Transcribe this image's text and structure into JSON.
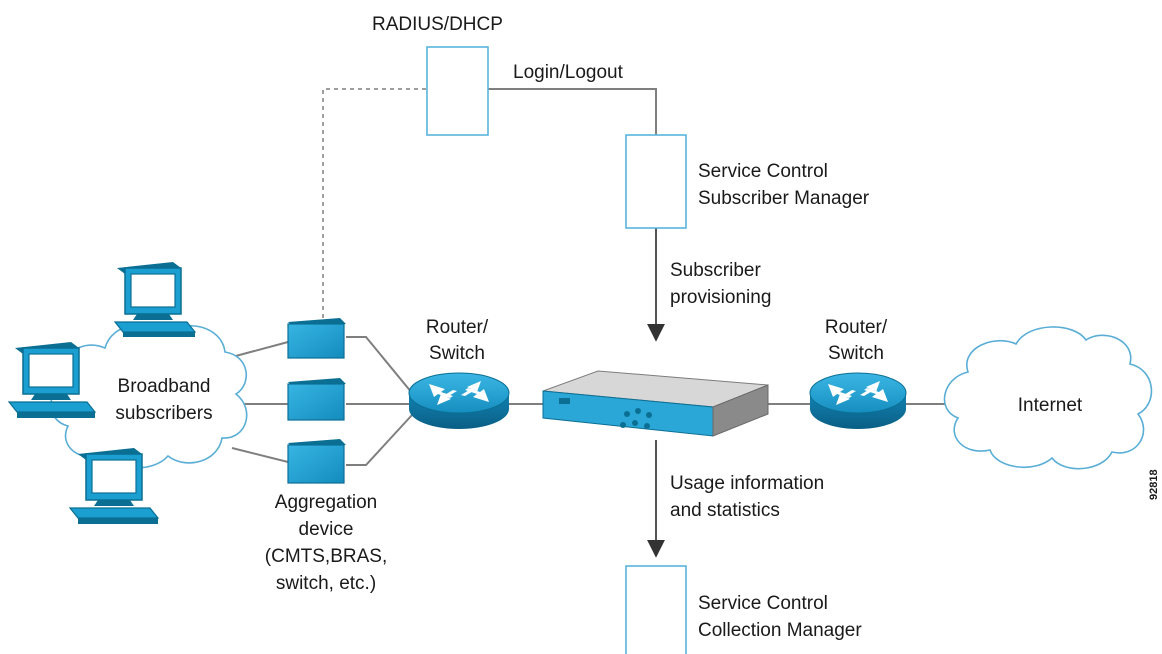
{
  "labels": {
    "radius": "RADIUS/DHCP",
    "login": "Login/Logout",
    "scsm_1": "Service Control",
    "scsm_2": "Subscriber Manager",
    "prov_1": "Subscriber",
    "prov_2": "provisioning",
    "router_left_1": "Router/",
    "router_left_2": "Switch",
    "router_right_1": "Router/",
    "router_right_2": "Switch",
    "broadband_1": "Broadband",
    "broadband_2": "subscribers",
    "internet": "Internet",
    "agg_1": "Aggregation",
    "agg_2": "device",
    "agg_3": "(CMTS,BRAS,",
    "agg_4": "switch, etc.)",
    "usage_1": "Usage information",
    "usage_2": "and statistics",
    "sccm_1": "Service Control",
    "sccm_2": "Collection Manager",
    "figure_id": "92818"
  },
  "colors": {
    "device_fill": "#1a9fd0",
    "device_dark": "#0b6f94",
    "box_stroke": "#5ab4dc",
    "line": "#7f7f7f",
    "cloud_stroke": "#5aaed6"
  }
}
